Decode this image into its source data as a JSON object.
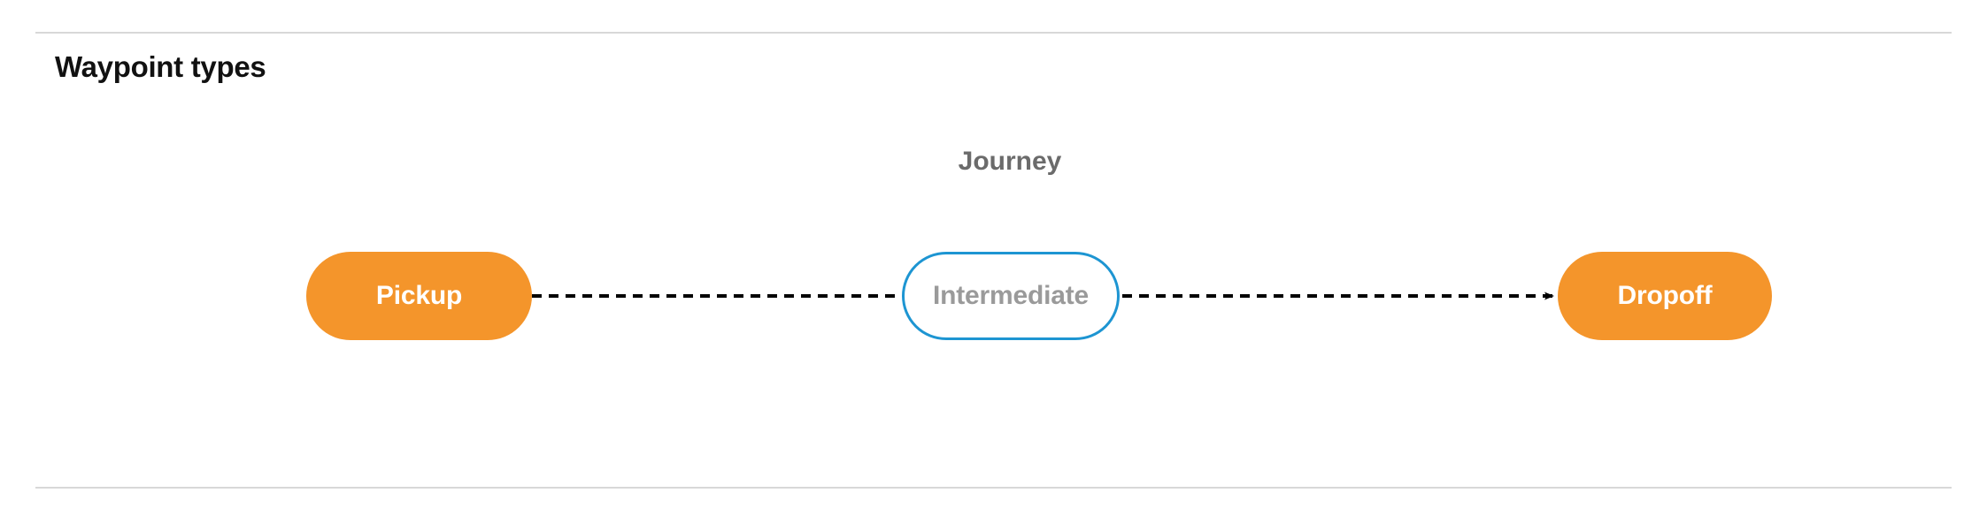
{
  "section": {
    "title": "Waypoint types"
  },
  "diagram": {
    "type": "flow",
    "group_label": "Journey",
    "nodes": [
      {
        "id": "pickup",
        "label": "Pickup",
        "style": "filled",
        "fill_color": "#F4952B",
        "text_color": "#FFFFFF"
      },
      {
        "id": "intermediate",
        "label": "Intermediate",
        "style": "outlined",
        "fill_color": "#FFFFFF",
        "border_color": "#1D95D2",
        "text_color": "#9A9A9A"
      },
      {
        "id": "dropoff",
        "label": "Dropoff",
        "style": "filled",
        "fill_color": "#F4952B",
        "text_color": "#FFFFFF"
      }
    ],
    "edges": [
      {
        "from": "pickup",
        "to": "intermediate",
        "line_style": "dashed",
        "arrowhead": false,
        "color": "#000000"
      },
      {
        "from": "intermediate",
        "to": "dropoff",
        "line_style": "dashed",
        "arrowhead": true,
        "color": "#000000"
      }
    ]
  },
  "colors": {
    "rule": "#D8D8D8",
    "title_text": "#111111",
    "group_label_text": "#6B6B6B",
    "accent_orange": "#F4952B",
    "accent_blue": "#1D95D2"
  }
}
